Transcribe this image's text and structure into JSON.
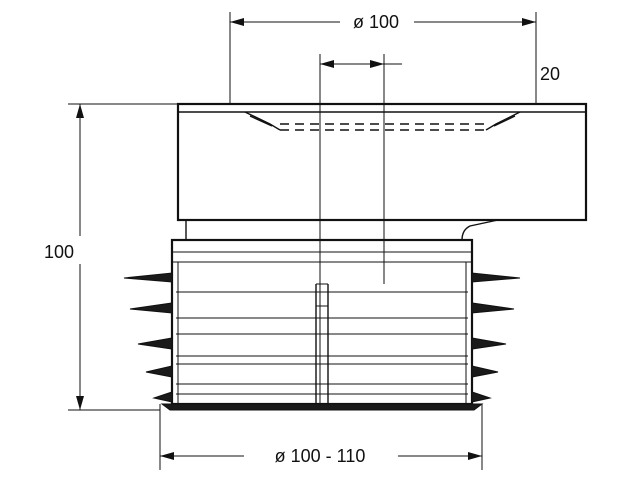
{
  "drawing": {
    "labels": {
      "top_diameter": "ø 100",
      "top_depth": "20",
      "height": "100",
      "bottom_diameter": "ø 100 - 110"
    },
    "colors": {
      "line": "#111111",
      "background": "#ffffff"
    }
  }
}
